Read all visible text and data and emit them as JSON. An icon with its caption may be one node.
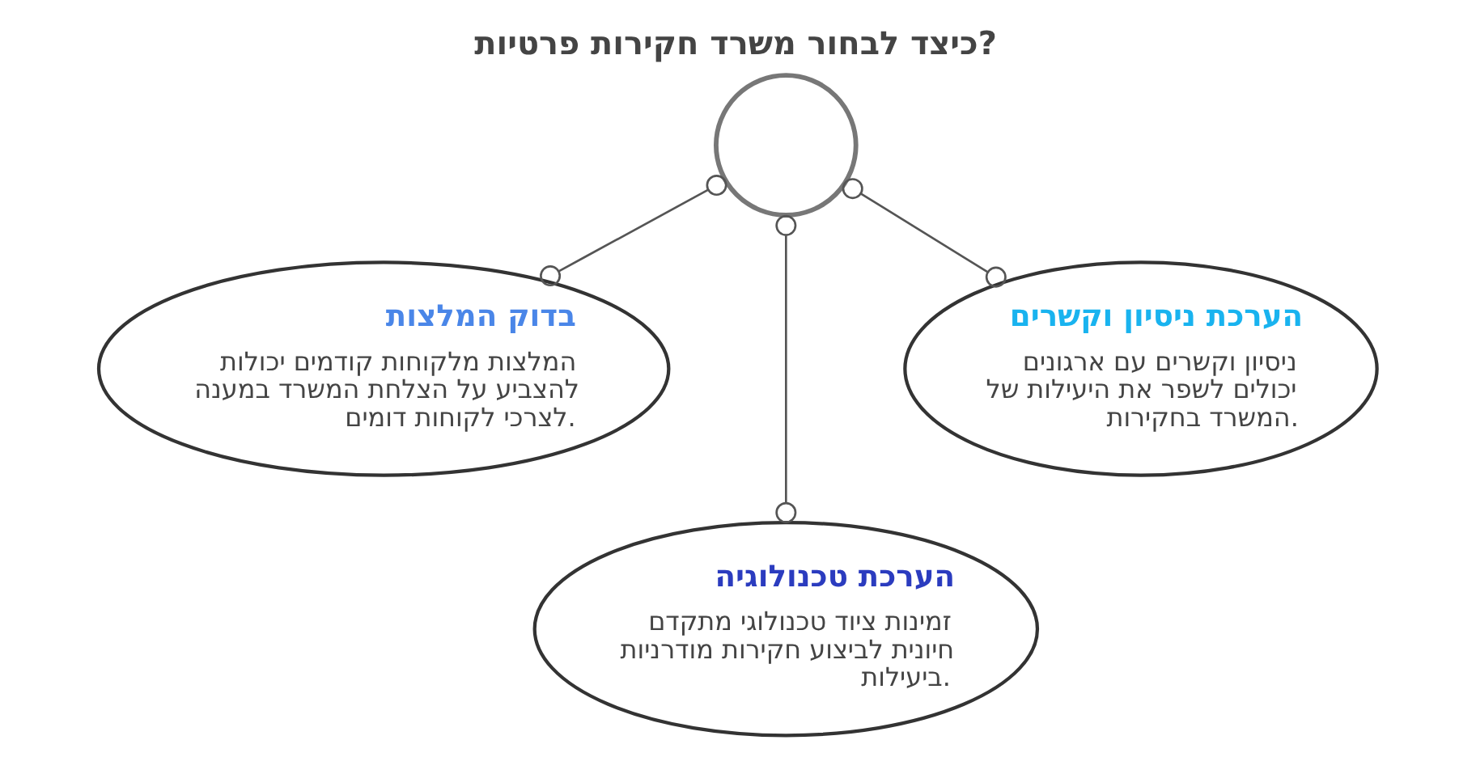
{
  "diagram": {
    "title": "כיצד לבחור משרד חקירות פרטיות?",
    "nodes": [
      {
        "text": [],
        "shape": "circle"
      },
      {
        "text": [
          "בדוק המלצות",
          "המלצות מלקוחות קודמים יכולות להצביע על הצלחת המשרד במענה לצרכי לקוחות דומים."
        ]
      },
      {
        "text": [
          "הערכת ניסיון וקשרים",
          "ניסיון וקשרים עם ארגונים יכולים לשפר את היעילות של המשרד בחקירות."
        ]
      },
      {
        "text": [
          "הערכת טכנולוגיה",
          "זמינות ציוד טכנולוגי מתקדם חיונית לביצוע חקירות מודרניות ביעילות."
        ]
      }
    ],
    "edges": [
      {
        "from": 0,
        "to": 1,
        "arrow": "other"
      },
      {
        "from": 0,
        "to": 3,
        "arrow": "other"
      },
      {
        "from": 0,
        "to": 2,
        "arrow": "other"
      }
    ]
  }
}
